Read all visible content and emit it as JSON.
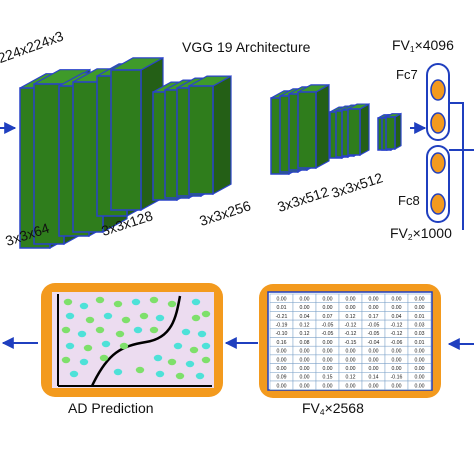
{
  "vgg": {
    "title": "VGG 19 Architecture",
    "input_size": "224x224x3",
    "block_labels": [
      "3x3x64",
      "3x3x128",
      "3x3x256",
      "3x3x512",
      "3x3x512"
    ]
  },
  "fc": {
    "fv1_prefix": "FV",
    "fv1_sub": "1",
    "fv1_suffix": "×4096",
    "fc7": "Fc7",
    "fc8": "Fc8",
    "fv2_prefix": "FV",
    "fv2_sub": "2",
    "fv2_suffix": "×1000"
  },
  "prediction": {
    "label": "AD Prediction"
  },
  "feature_table": {
    "fv4_prefix": "FV",
    "fv4_sub": "4",
    "fv4_suffix": "×2568",
    "rows": [
      [
        "0.00",
        "0.00",
        "0.00",
        "0.00",
        "0.00",
        "0.00",
        "0.00"
      ],
      [
        "0.01",
        "0.00",
        "0.00",
        "0.00",
        "0.00",
        "0.00",
        "0.00"
      ],
      [
        "-0.21",
        "0.04",
        "0.07",
        "0.12",
        "0.17",
        "0.04",
        "0.01"
      ],
      [
        "-0.19",
        "0.12",
        "-0.05",
        "-0.12",
        "-0.05",
        "-0.12",
        "0.03"
      ],
      [
        "-0.10",
        "0.12",
        "-0.05",
        "-0.12",
        "-0.05",
        "-0.12",
        "0.03"
      ],
      [
        "0.16",
        "0.08",
        "0.00",
        "-0.15",
        "-0.04",
        "-0.06",
        "0.01"
      ],
      [
        "0.00",
        "0.00",
        "0.00",
        "0.00",
        "0.00",
        "0.00",
        "0.00"
      ],
      [
        "0.00",
        "0.00",
        "0.00",
        "0.00",
        "0.00",
        "0.00",
        "0.00"
      ],
      [
        "0.00",
        "0.00",
        "0.00",
        "0.00",
        "0.00",
        "0.00",
        "0.00"
      ],
      [
        "0.09",
        "0.00",
        "0.15",
        "0.12",
        "0.14",
        "-0.16",
        "0.00"
      ],
      [
        "0.00",
        "0.00",
        "0.00",
        "0.00",
        "0.00",
        "0.00",
        "0.00"
      ]
    ]
  },
  "colors": {
    "layer_green": "#2f7d1c",
    "layer_edge": "#2a43c9",
    "arrow_blue": "#1f3fbf",
    "orange": "#f39a1e",
    "plot_bg": "#ecdcf0",
    "point_green": "#7ee06b",
    "point_cyan": "#4ee1d8"
  }
}
